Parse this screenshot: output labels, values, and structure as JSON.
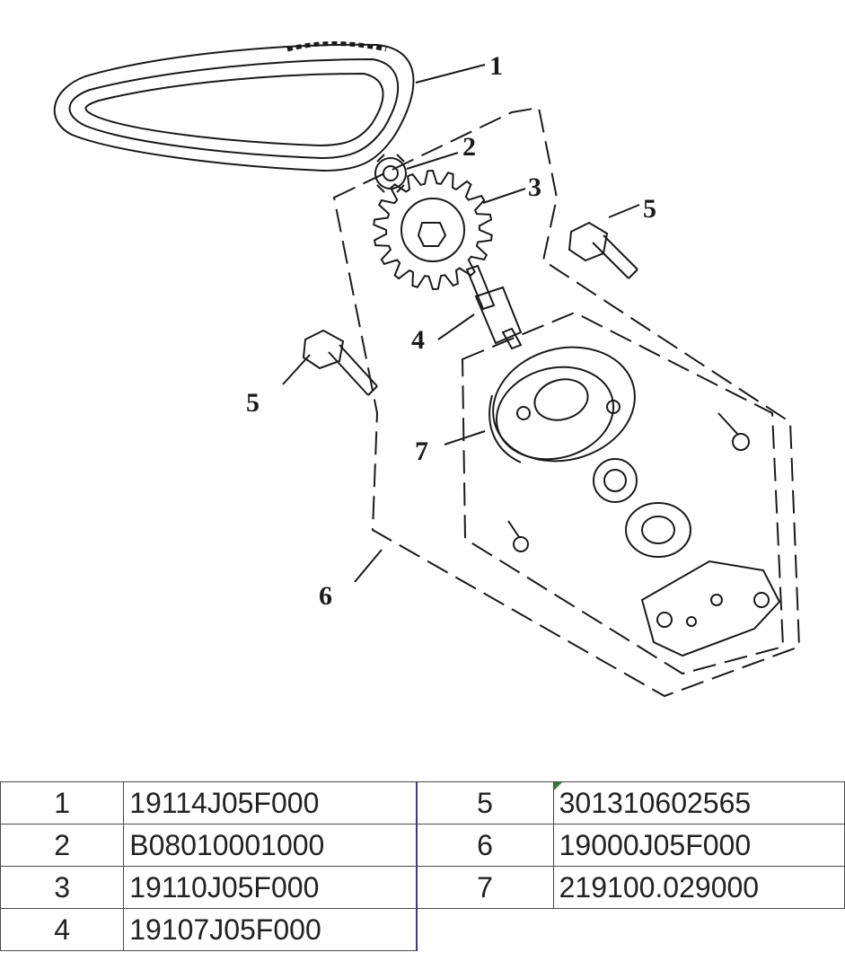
{
  "callouts": {
    "c1": "1",
    "c2": "2",
    "c3": "3",
    "c4": "4",
    "c5a": "5",
    "c5b": "5",
    "c6": "6",
    "c7": "7"
  },
  "parts_table": {
    "rows": [
      {
        "left_num": "1",
        "left_code": "19114J05F000",
        "right_num": "5",
        "right_code": "301310602565"
      },
      {
        "left_num": "2",
        "left_code": "B08010001000",
        "right_num": "6",
        "right_code": "19000J05F000"
      },
      {
        "left_num": "3",
        "left_code": "19110J05F000",
        "right_num": "7",
        "right_code": "219100.029000"
      },
      {
        "left_num": "4",
        "left_code": "19107J05F000",
        "right_num": "",
        "right_code": ""
      }
    ]
  }
}
